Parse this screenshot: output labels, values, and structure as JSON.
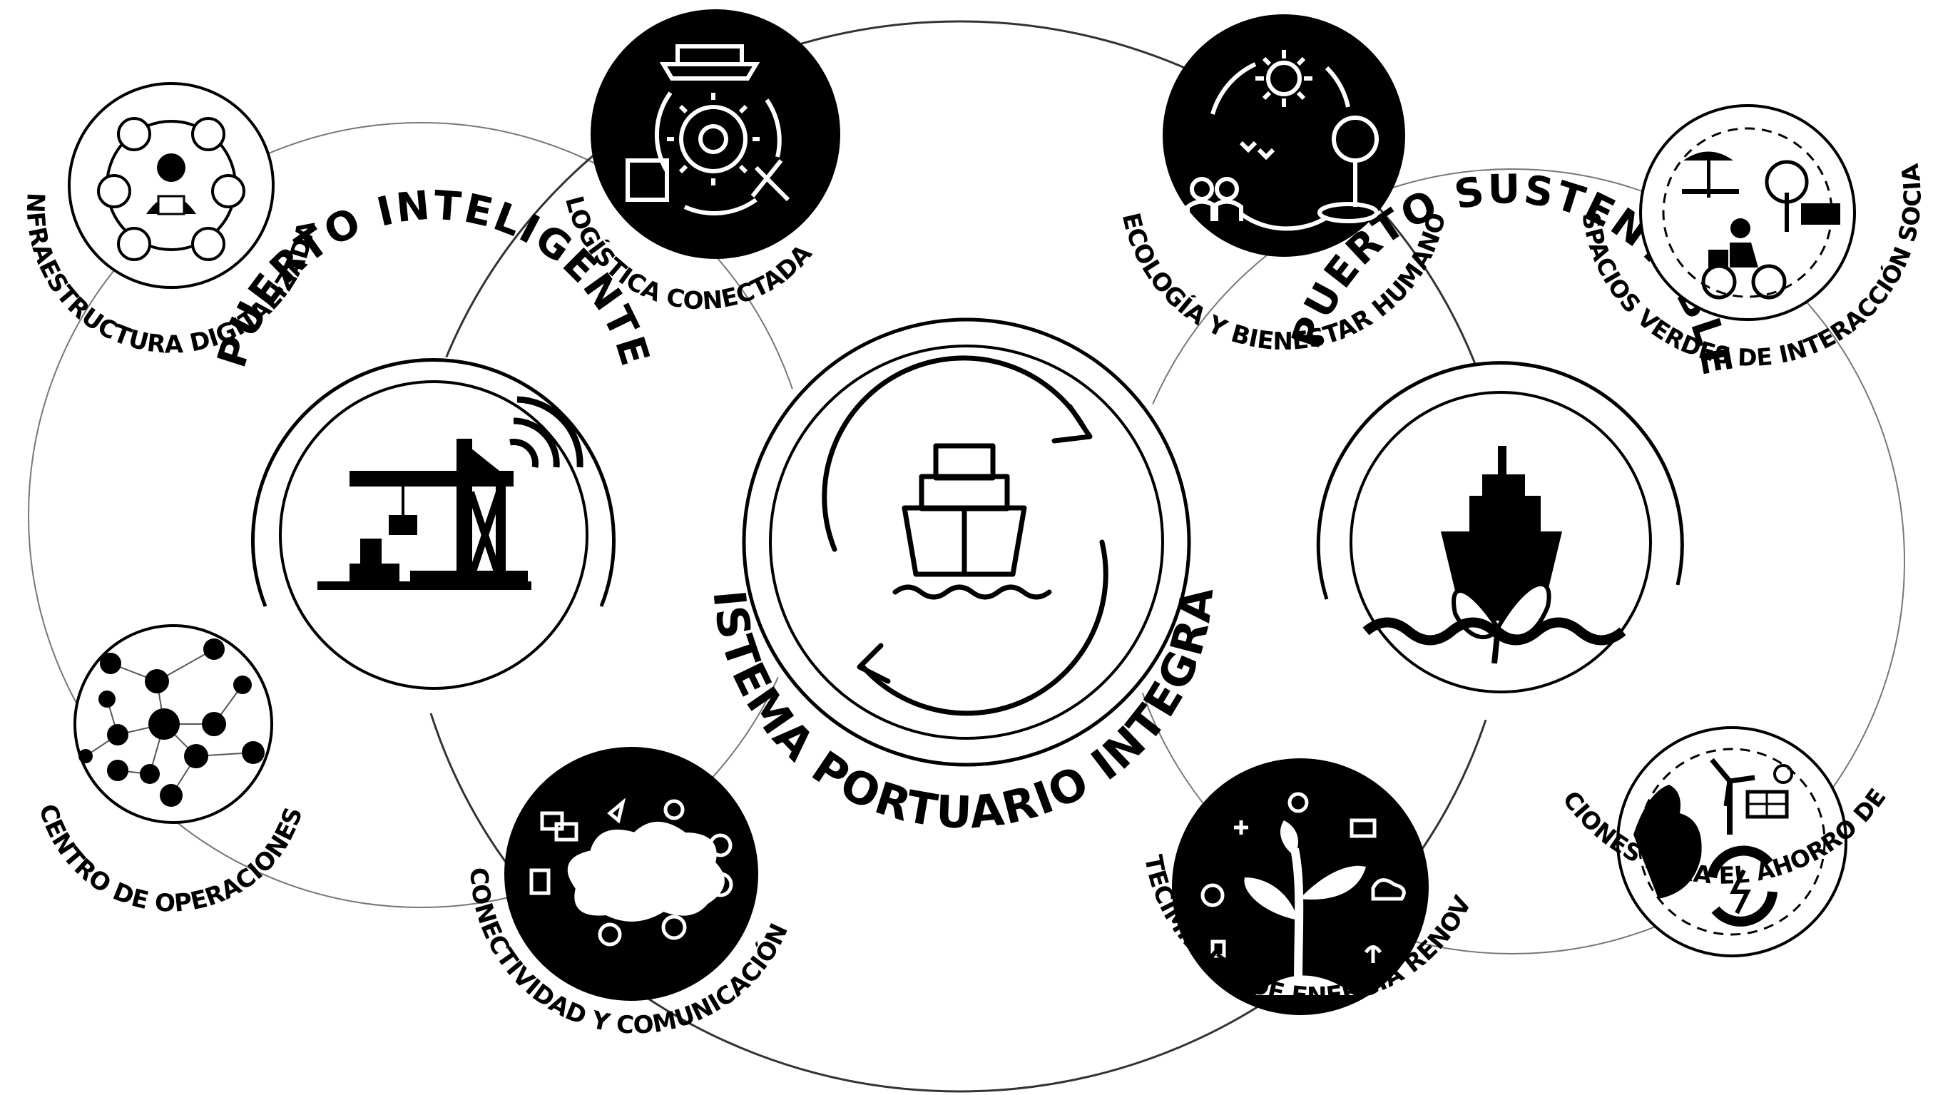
{
  "diagram": {
    "center_label": "SISTEMA PORTUARIO INTEGRAL",
    "left_hub_label": "PUERTO INTELIGENTE",
    "right_hub_label": "PUERTO SUSTENTABLE",
    "nodes": {
      "infraestructura": "INFRAESTRUCTURA DIGITALIZADA",
      "logistica": "LOGÍSTICA  CONECTADA",
      "ecologia": "ECOLOGÍA Y BIENESTAR HUMANO",
      "espacios": "ESPACIOS VERDES DE INTERACCIÓN SOCIAL",
      "centro": "CENTRO DE OPERACIONES",
      "conectividad": "CONECTIVIDAD Y COMUNICACIÓN",
      "abastecimiento": "ABASTECIMIENTO DE ENERGÍA RENOVABLE",
      "instalaciones": "INSTALACIONES PARA EL AHORRO DE ENERGÍA"
    },
    "icons": {
      "center": "ship-cycle-icon",
      "left": "port-crane-wireless-icon",
      "right": "ship-leaf-icon",
      "infraestructura": "operator-network-icon",
      "logistica": "logistics-gear-cycle-icon",
      "ecologia": "ecology-people-tree-icon",
      "espacios": "park-bicycle-icon",
      "centro": "network-graph-icon",
      "conectividad": "cloud-devices-icon",
      "abastecimiento": "sprout-energy-icon",
      "instalaciones": "energy-saving-cycle-icon"
    },
    "colors": {
      "ink": "#000000",
      "line": "#777777",
      "paper": "#ffffff"
    }
  }
}
